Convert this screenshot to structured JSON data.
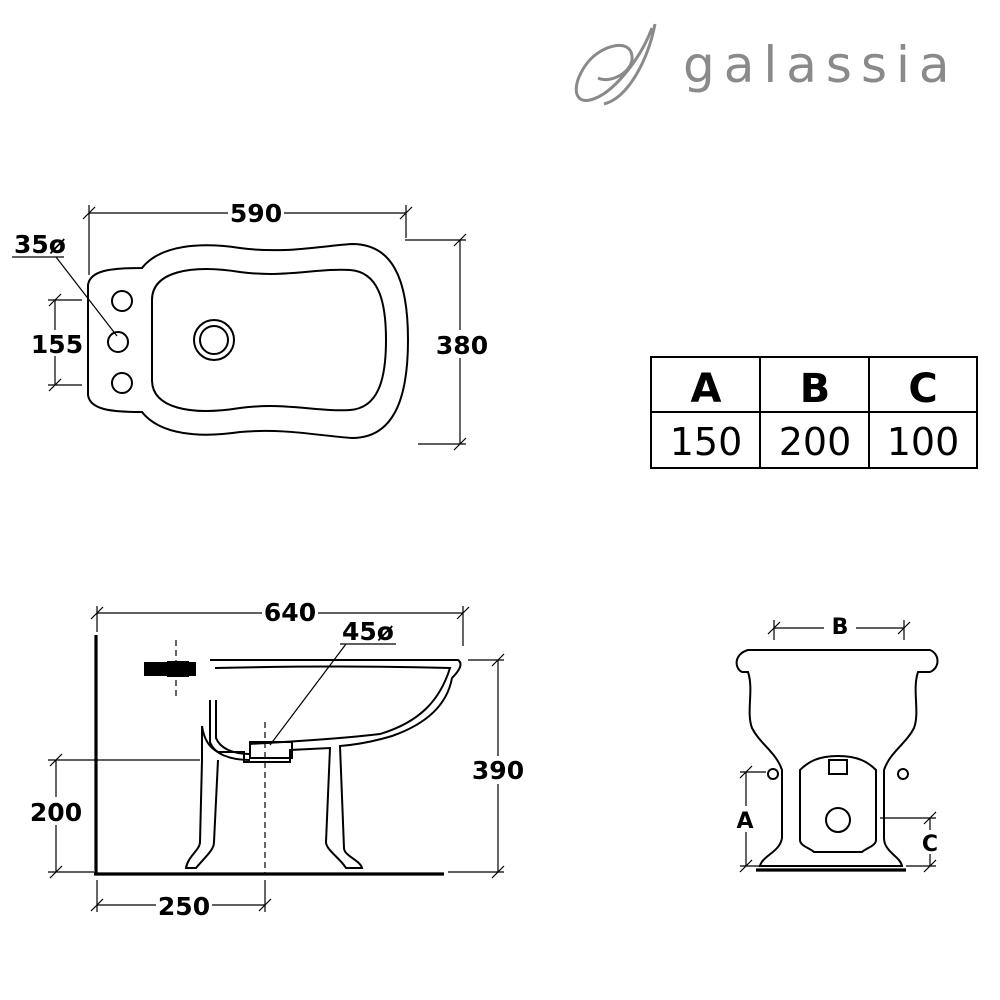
{
  "brand": {
    "name": "galassia",
    "color": "#8a8a8a",
    "logo_icon": "swirl-logo-icon"
  },
  "top_view": {
    "width_label": "590",
    "depth_label": "380",
    "tap_holes_label": "155",
    "hole_diameter_label": "35ø"
  },
  "side_view": {
    "length_label": "640",
    "waste_diameter_label": "45ø",
    "height_label": "390",
    "inlet_height_label": "200",
    "waste_distance_label": "250"
  },
  "front_view": {
    "b_label": "B",
    "a_label": "A",
    "c_label": "C"
  },
  "table": {
    "headers": [
      "A",
      "B",
      "C"
    ],
    "values": [
      "150",
      "200",
      "100"
    ]
  }
}
